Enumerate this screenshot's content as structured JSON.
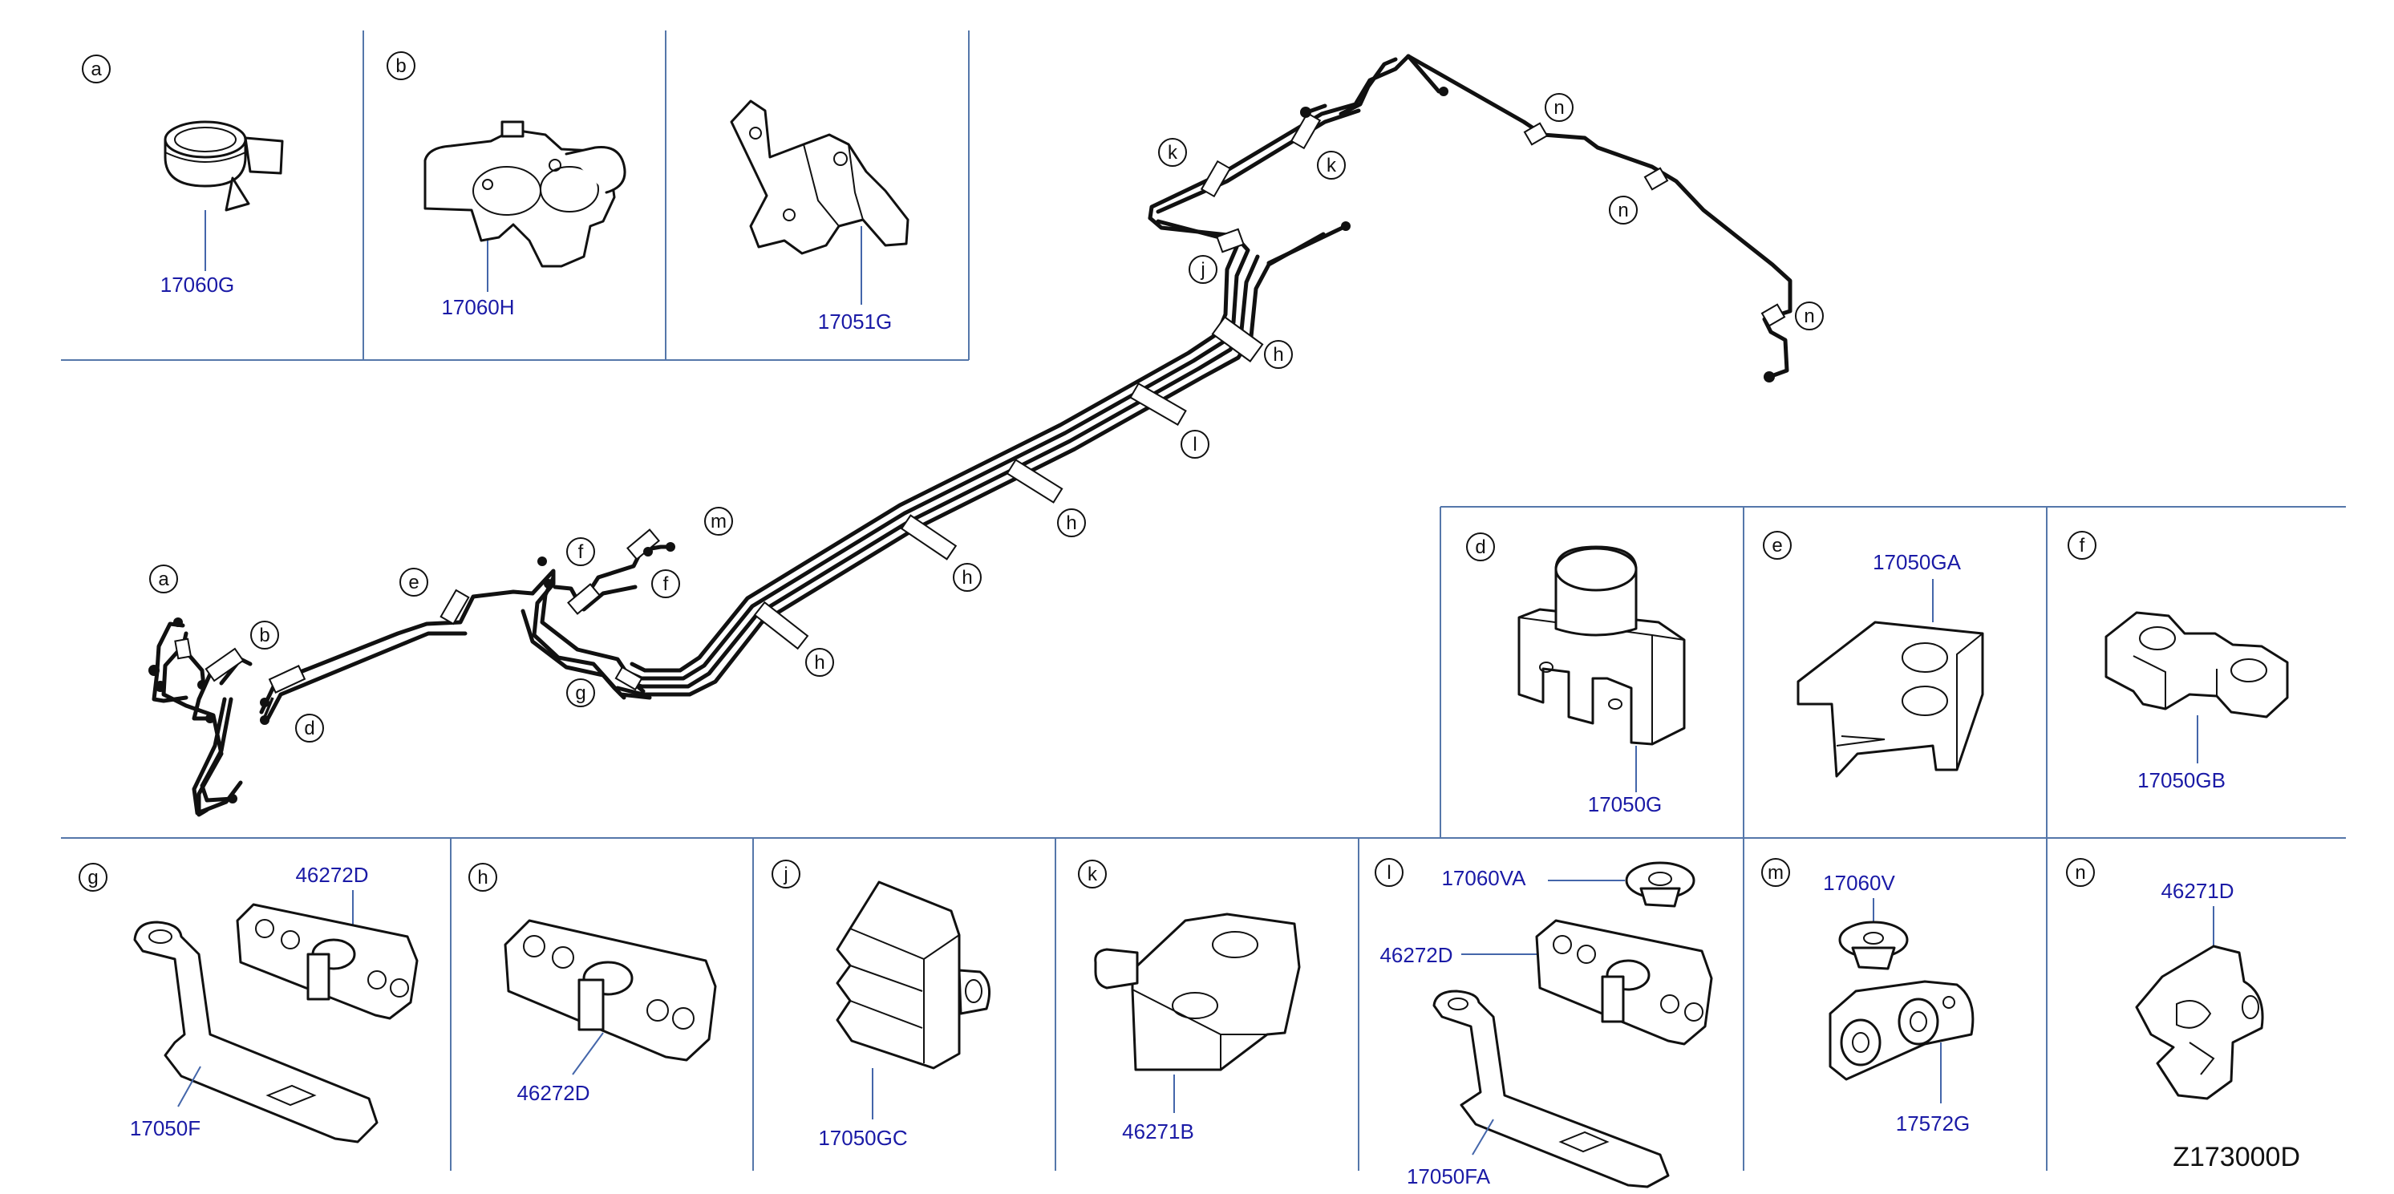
{
  "diagram_code": "Z173000D",
  "panels": [
    {
      "letter": "a",
      "parts": [
        "17060G"
      ]
    },
    {
      "letter": "b",
      "parts": [
        "17060H"
      ]
    },
    {
      "letter": "",
      "parts": [
        "17051G"
      ]
    },
    {
      "letter": "d",
      "parts": [
        "17050G"
      ]
    },
    {
      "letter": "e",
      "parts": [
        "17050GA"
      ]
    },
    {
      "letter": "f",
      "parts": [
        "17050GB"
      ]
    },
    {
      "letter": "g",
      "parts": [
        "46272D",
        "17050F"
      ]
    },
    {
      "letter": "h",
      "parts": [
        "46272D"
      ]
    },
    {
      "letter": "j",
      "parts": [
        "17050GC"
      ]
    },
    {
      "letter": "k",
      "parts": [
        "46271B"
      ]
    },
    {
      "letter": "l",
      "parts": [
        "17060VA",
        "46272D",
        "17050FA"
      ]
    },
    {
      "letter": "m",
      "parts": [
        "17060V",
        "17572G"
      ]
    },
    {
      "letter": "n",
      "parts": [
        "46271D"
      ]
    }
  ],
  "pipe_callouts": [
    "a",
    "b",
    "d",
    "e",
    "f",
    "f",
    "m",
    "g",
    "h",
    "h",
    "h",
    "h",
    "l",
    "j",
    "k",
    "k",
    "n",
    "n",
    "n"
  ]
}
